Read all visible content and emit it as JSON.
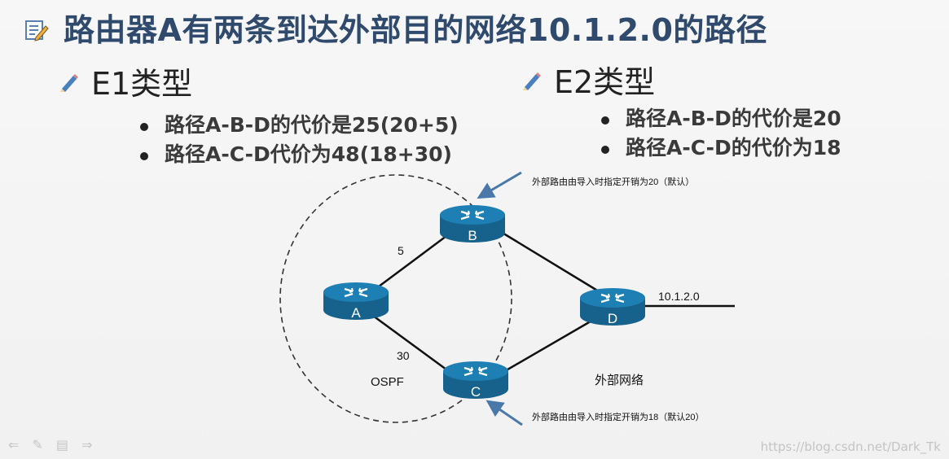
{
  "title": "路由器A有两条到达外部目的网络10.1.2.0的路径",
  "sections": [
    {
      "heading": "E1类型",
      "bullets": [
        "路径A-B-D的代价是25(20+5)",
        "路径A-C-D代价为48(18+30)"
      ]
    },
    {
      "heading": "E2类型",
      "bullets": [
        "路径A-B-D的代价是20",
        "路径A-C-D的代价为18"
      ]
    }
  ],
  "diagram": {
    "routers": {
      "a": "A",
      "b": "B",
      "c": "C",
      "d": "D"
    },
    "link_costs": {
      "a_b": "5",
      "a_c": "30"
    },
    "network_label": "10.1.2.0",
    "area_label": "OSPF",
    "external_label": "外部网络",
    "annotation_top": "外部路由由导入时指定开销为20（默认）",
    "annotation_bottom": "外部路由由导入时指定开销为18（默认20）",
    "router_color": "#1d7fb3",
    "arrow_color": "#4a78a8"
  },
  "nav_icons": [
    "prev-icon",
    "pen-icon",
    "menu-icon",
    "next-icon"
  ],
  "watermark": "https://blog.csdn.net/Dark_Tk"
}
